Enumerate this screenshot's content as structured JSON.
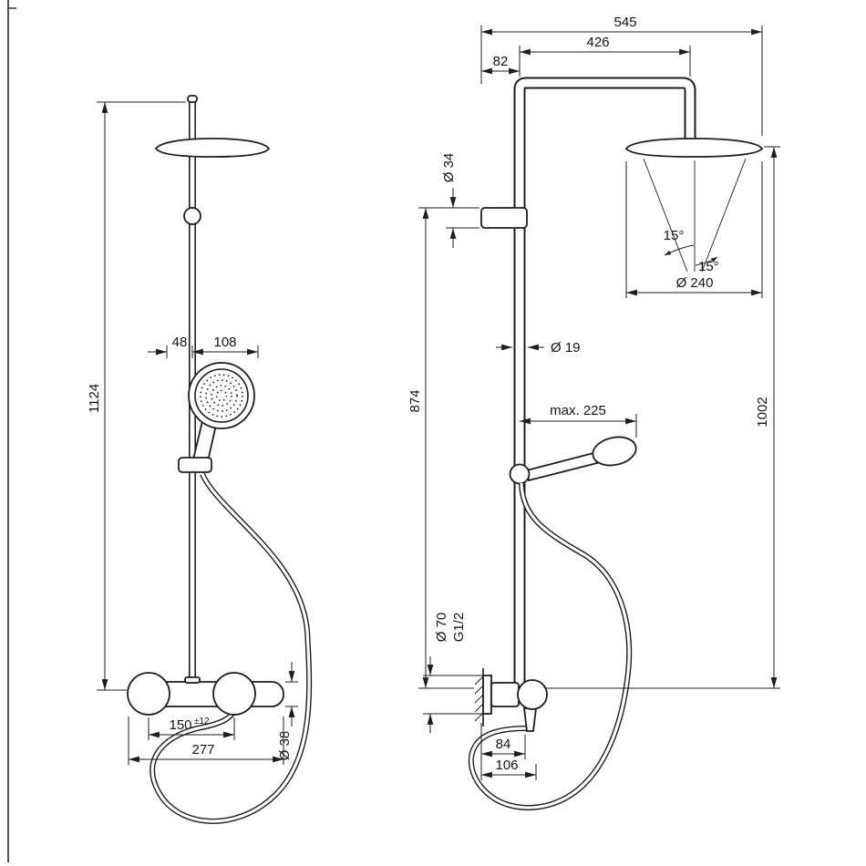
{
  "drawing": {
    "background": "#ffffff",
    "line_color": "#1d1d1d",
    "front_view": {
      "overall_height": "1124",
      "handshower_offset": "48",
      "handshower_diameter": "108",
      "connection_spacing": "150",
      "connection_tolerance": "±12",
      "valve_width": "277",
      "valve_diameter": "Ø 38"
    },
    "side_view": {
      "total_projection": "545",
      "arm_projection": "426",
      "wall_to_pipe": "82",
      "bracket_diameter": "Ø 34",
      "pipe_to_valve_height": "874",
      "pipe_diameter": "Ø 19",
      "handshower_reach": "max. 225",
      "spray_angle_left": "15°",
      "spray_angle_right": "15°",
      "overhead_diameter": "Ø 240",
      "head_to_valve_height": "1002",
      "escutcheon_diameter": "Ø 70",
      "connection_thread": "G1/2",
      "hose_offset": "84",
      "outlet_offset": "106"
    }
  }
}
